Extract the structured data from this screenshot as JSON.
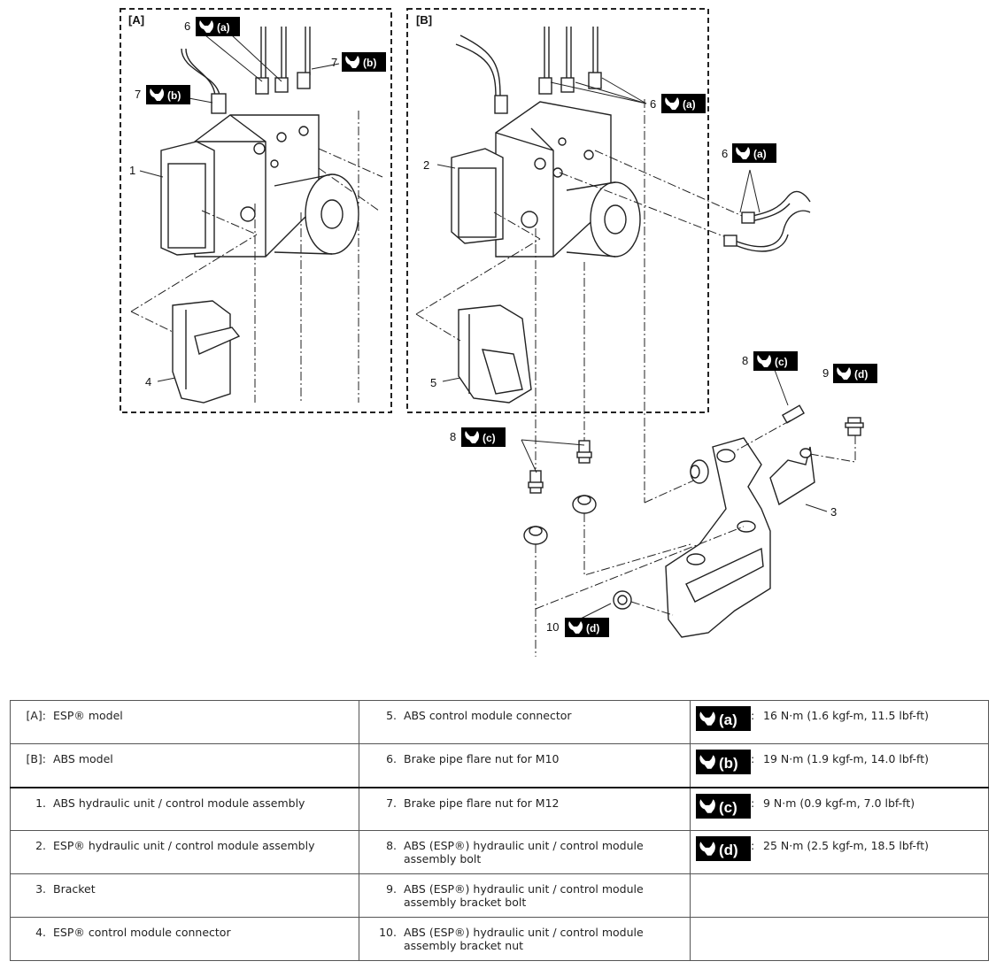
{
  "diagram": {
    "panel_a_label": "[A]",
    "panel_b_label": "[B]",
    "callouts": [
      {
        "id": "c6a1",
        "num": "6",
        "torque": "(a)"
      },
      {
        "id": "c7b1",
        "num": "7",
        "torque": "(b)"
      },
      {
        "id": "c7b2",
        "num": "7",
        "torque": "(b)"
      },
      {
        "id": "c1",
        "num": "1"
      },
      {
        "id": "c4",
        "num": "4"
      },
      {
        "id": "c6a2",
        "num": "6",
        "torque": "(a)"
      },
      {
        "id": "c2",
        "num": "2"
      },
      {
        "id": "c5",
        "num": "5"
      },
      {
        "id": "c6a3",
        "num": "6",
        "torque": "(a)"
      },
      {
        "id": "c8c1",
        "num": "8",
        "torque": "(c)"
      },
      {
        "id": "c9d",
        "num": "9",
        "torque": "(d)"
      },
      {
        "id": "c3",
        "num": "3"
      },
      {
        "id": "c8c2",
        "num": "8",
        "torque": "(c)"
      },
      {
        "id": "c10d",
        "num": "10",
        "torque": "(d)"
      }
    ]
  },
  "legend": {
    "rows": [
      {
        "k1": "[A]:",
        "v1": "ESP® model",
        "k2": "5.",
        "v2": "ABS control module connector",
        "t": "(a)",
        "spec": "16 N·m (1.6 kgf-m, 11.5 lbf-ft)"
      },
      {
        "k1": "[B]:",
        "v1": "ABS model",
        "k2": "6.",
        "v2": "Brake pipe flare nut for M10",
        "t": "(b)",
        "spec": "19 N·m (1.9 kgf-m, 14.0 lbf-ft)"
      },
      {
        "k1": "1.",
        "v1": "ABS hydraulic unit / control module assembly",
        "k2": "7.",
        "v2": "Brake pipe flare nut for M12",
        "t": "(c)",
        "spec": "9 N·m (0.9 kgf-m, 7.0 lbf-ft)"
      },
      {
        "k1": "2.",
        "v1": "ESP® hydraulic unit / control module assembly",
        "k2": "8.",
        "v2": "ABS (ESP®) hydraulic unit / control module assembly bolt",
        "t": "(d)",
        "spec": "25 N·m (2.5 kgf-m, 18.5 lbf-ft)"
      },
      {
        "k1": "3.",
        "v1": "Bracket",
        "k2": "9.",
        "v2": "ABS (ESP®) hydraulic unit / control module assembly bracket bolt",
        "t": "",
        "spec": ""
      },
      {
        "k1": "4.",
        "v1": "ESP® control module connector",
        "k2": "10.",
        "v2": "ABS (ESP®) hydraulic unit / control module assembly bracket nut",
        "t": "",
        "spec": ""
      }
    ]
  }
}
